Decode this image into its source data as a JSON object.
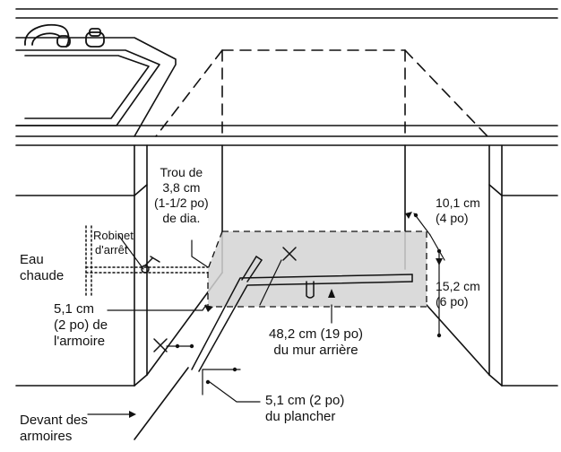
{
  "labels": {
    "trou": [
      "Trou de",
      "3,8 cm",
      "(1-1/2 po)",
      "de dia."
    ],
    "robinet": [
      "Robinet",
      "d'arrêt"
    ],
    "eau": [
      "Eau",
      "chaude"
    ],
    "armoire_dist": [
      "5,1 cm",
      "(2 po) de",
      "l'armoire"
    ],
    "top_gap": [
      "10,1 cm",
      "(4 po)"
    ],
    "height": [
      "15,2 cm",
      "(6 po)"
    ],
    "depth": [
      "48,2 cm (19 po)",
      "du mur arrière"
    ],
    "plancher": [
      "5,1 cm (2 po)",
      "du plancher"
    ],
    "devant": [
      "Devant des",
      "armoires"
    ]
  },
  "colors": {
    "line": "#111111",
    "shade": "#d4d4d4"
  }
}
